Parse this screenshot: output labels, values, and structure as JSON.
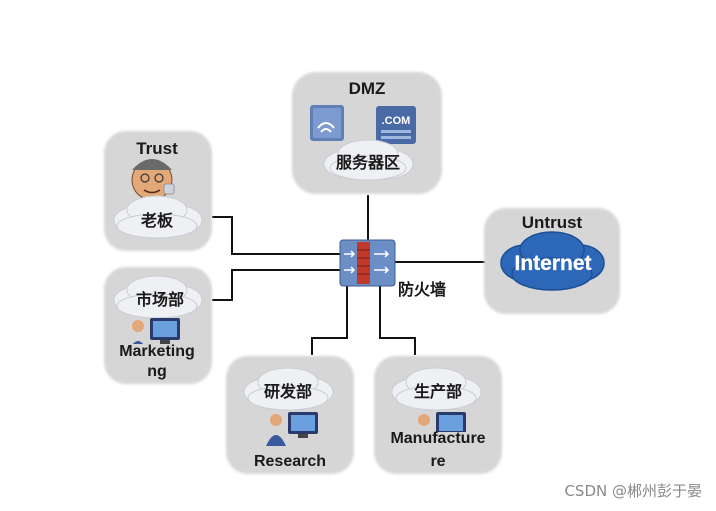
{
  "zones": {
    "dmz": {
      "title": "DMZ",
      "label": "服务器区",
      "server_badge": ".COM"
    },
    "trust": {
      "title": "Trust",
      "label": "老板"
    },
    "marketing": {
      "label": "市场部",
      "sublabel_line1": "Marketing",
      "sublabel_line2": "ng"
    },
    "research": {
      "label": "研发部",
      "sublabel": "Research"
    },
    "manufacture": {
      "label": "生产部",
      "sublabel_line1": "Manufacture",
      "sublabel_line2": "re"
    },
    "untrust": {
      "title": "Untrust",
      "label": "Internet"
    }
  },
  "firewall": {
    "label": "防火墙"
  },
  "watermark": "CSDN @郴州彭于晏",
  "colors": {
    "panel": "#d6d6d6",
    "cloud": "#eef0f3",
    "cloud_edge": "#c9cdd3",
    "internet_blue": "#2d68b8",
    "device_blue": "#6b8ec6",
    "line": "#111111"
  },
  "icons": [
    "server-icon",
    "web-server-icon",
    "boss-avatar-icon",
    "user-computer-icon",
    "firewall-icon",
    "internet-cloud-icon"
  ]
}
